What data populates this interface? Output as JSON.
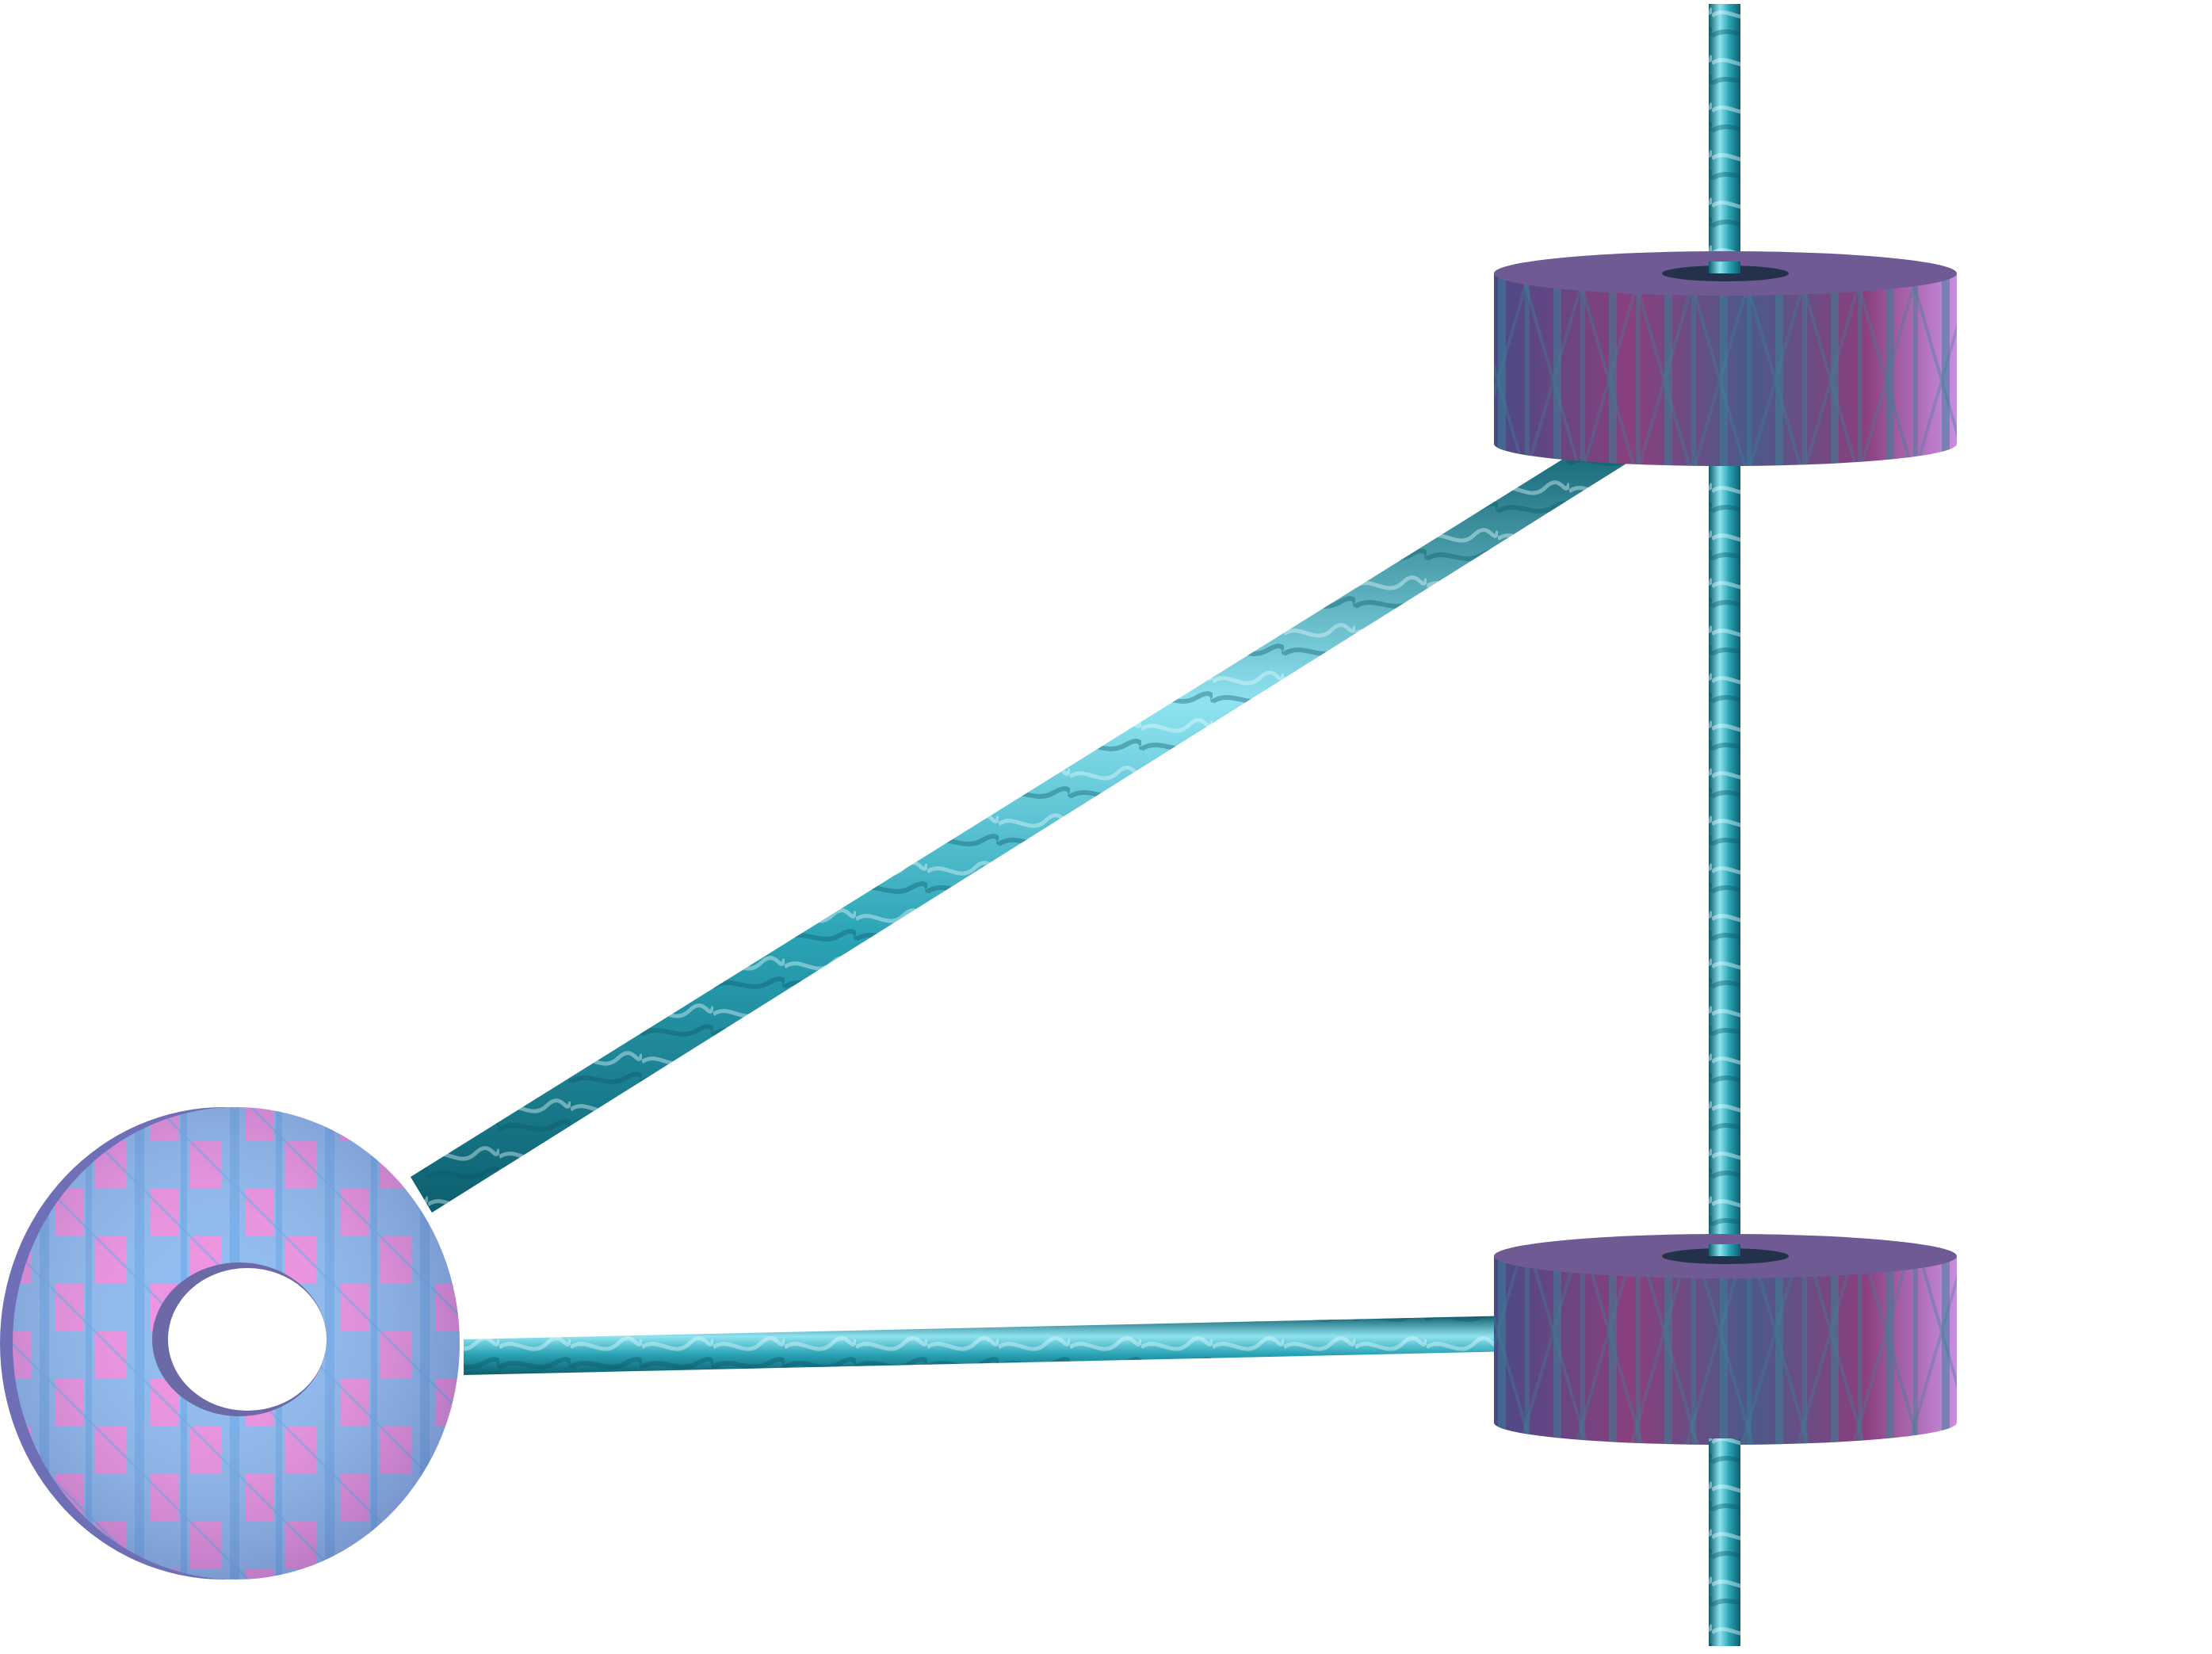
{
  "scene": {
    "background_color": "#ffffff",
    "objects": [
      {
        "name": "vertical-shaft",
        "kind": "rod",
        "color": "#2aa3b5"
      },
      {
        "name": "upper-ring",
        "kind": "ring",
        "color": "#5a4f86"
      },
      {
        "name": "lower-ring",
        "kind": "ring",
        "color": "#5a4f86"
      },
      {
        "name": "washer-disc",
        "kind": "disc",
        "color": "#c98ee0"
      },
      {
        "name": "diagonal-rod",
        "kind": "rod",
        "color": "#2aa3b5"
      },
      {
        "name": "horizontal-rod",
        "kind": "rod",
        "color": "#2aa3b5"
      }
    ],
    "colors": {
      "rod_light": "#8fe3f0",
      "rod_mid": "#2aa3b5",
      "rod_dark": "#0d5e6e",
      "ring_pink": "#b24d8f",
      "ring_purple": "#4a4a86",
      "ring_teal": "#3b7f95",
      "disc_pink": "#f08ee0",
      "disc_blue": "#8bbaf0"
    }
  }
}
